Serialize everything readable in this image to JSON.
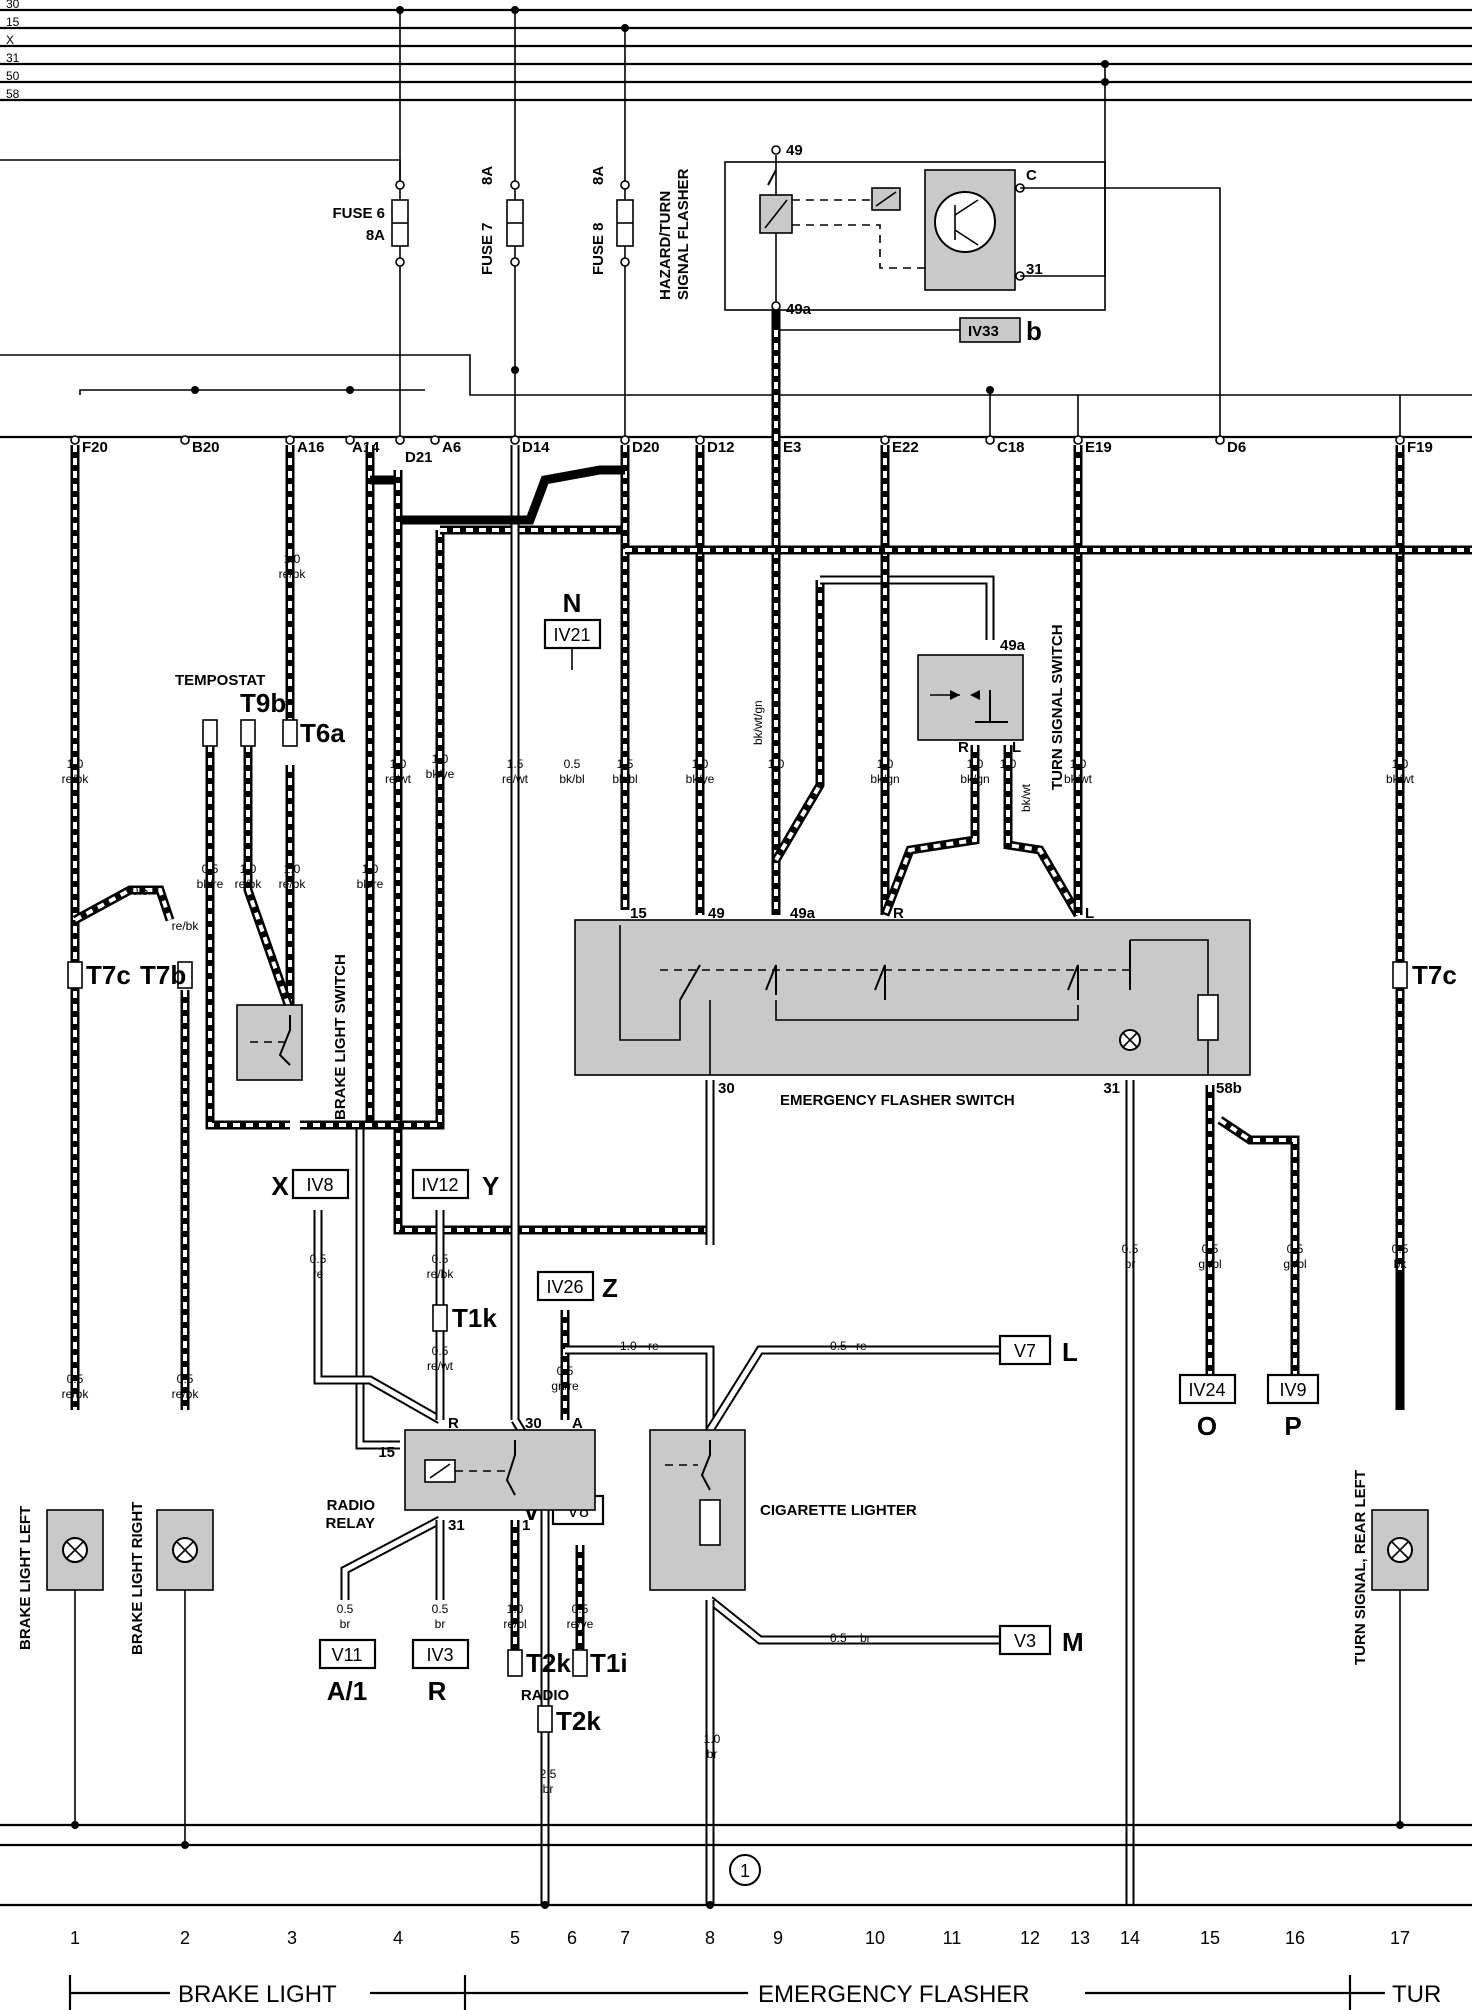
{
  "bus_labels": [
    "30",
    "15",
    "X",
    "31",
    "50",
    "58"
  ],
  "fuses": [
    {
      "name": "FUSE 6",
      "rating": "8A"
    },
    {
      "name": "FUSE 7",
      "rating": "8A"
    },
    {
      "name": "FUSE 8",
      "rating": "8A"
    }
  ],
  "flasher": {
    "title1": "HAZARD/TURN",
    "title2": "SIGNAL FLASHER",
    "t49": "49",
    "t49a": "49a",
    "tc": "C",
    "t31": "31",
    "ref_box": "IV33",
    "ref_letter": "b"
  },
  "connectors": [
    "F20",
    "B20",
    "A16",
    "A14",
    "D21",
    "A6",
    "D14",
    "D20",
    "D12",
    "E3",
    "E22",
    "C18",
    "E19",
    "D6",
    "F19"
  ],
  "wire_specs": [
    {
      "size": "1.0",
      "color": "re/bk"
    },
    {
      "size": "1.0",
      "color": "re/bk"
    },
    {
      "size": "1.0",
      "color": "re/bk"
    },
    {
      "size": "1.0",
      "color": "re/wt"
    },
    {
      "size": "1.0",
      "color": "bk/ye"
    },
    {
      "size": "1.5",
      "color": "re/wt"
    },
    {
      "size": "0.5",
      "color": "bk/bl"
    },
    {
      "size": "1.5",
      "color": "bk/bl"
    },
    {
      "size": "1.0",
      "color": "bk/ye"
    },
    {
      "size": "1.0",
      "color": "bk/wt/gn"
    },
    {
      "size": "1.0",
      "color": "bk/gn"
    },
    {
      "size": "1.0",
      "color": "bk/gn"
    },
    {
      "size": "1.0",
      "color": "bk/wt"
    },
    {
      "size": "1.0",
      "color": "bk/wt"
    },
    {
      "size": "1.0",
      "color": "bk/wt"
    },
    {
      "size": "1.0",
      "color": "bk/re"
    },
    {
      "size": "0.5",
      "color": "bk/re"
    },
    {
      "size": "1.0",
      "color": "re/bk"
    },
    {
      "size": "0.5",
      "color": "re/bk"
    },
    {
      "size": "0.5",
      "color": "re/bk"
    },
    {
      "size": "0.5",
      "color": "re/bk"
    },
    {
      "size": "0.5",
      "color": "re"
    },
    {
      "size": "0.5",
      "color": "re/bk"
    },
    {
      "size": "0.5",
      "color": "re/wt"
    },
    {
      "size": "0.5",
      "color": "gn/re"
    },
    {
      "size": "1.0",
      "color": "re"
    },
    {
      "size": "0.5",
      "color": "re"
    },
    {
      "size": "0.5",
      "color": "br"
    },
    {
      "size": "0.5",
      "color": "br"
    },
    {
      "size": "1.0",
      "color": "re/bl"
    },
    {
      "size": "0.5",
      "color": "re/ye"
    },
    {
      "size": "2.5",
      "color": "br"
    },
    {
      "size": "1.0",
      "color": "br"
    },
    {
      "size": "0.5",
      "color": "br"
    },
    {
      "size": "0.5",
      "color": "br"
    },
    {
      "size": "0.5",
      "color": "gr/bl"
    },
    {
      "size": "0.5",
      "color": "gr/bl"
    },
    {
      "size": "0.5",
      "color": "bk"
    }
  ],
  "ref_boxes": [
    {
      "box": "IV21",
      "letter": "N"
    },
    {
      "box": "IV8",
      "letter": "X"
    },
    {
      "box": "IV12",
      "letter": "Y"
    },
    {
      "box": "IV26",
      "letter": "Z"
    },
    {
      "box": "V7",
      "letter": "L"
    },
    {
      "box": "V8",
      "letter": "V"
    },
    {
      "box": "V3",
      "letter": "M"
    },
    {
      "box": "V11",
      "letter": "A/1"
    },
    {
      "box": "IV3",
      "letter": "R"
    },
    {
      "box": "IV24",
      "letter": "O"
    },
    {
      "box": "IV9",
      "letter": "P"
    }
  ],
  "terminals": {
    "tempostat": "TEMPOSTAT",
    "t9b": "T9b",
    "t6a": "T6a",
    "t7c_left": "T7c",
    "t7b": "T7b",
    "t7c_right": "T7c",
    "t1k": "T1k",
    "t2k_a": "T2k",
    "t1i": "T1i",
    "t2k_b": "T2k"
  },
  "components": {
    "turn_signal_switch": "TURN SIGNAL SWITCH",
    "tss_49a": "49a",
    "tss_r": "R",
    "tss_l": "L",
    "emergency_flasher_switch": "EMERGENCY FLASHER SWITCH",
    "efs_15": "15",
    "efs_49": "49",
    "efs_49a": "49a",
    "efs_r": "R",
    "efs_l": "L",
    "efs_30": "30",
    "efs_31": "31",
    "efs_58b": "58b",
    "brake_light_switch": "BRAKE LIGHT SWITCH",
    "radio_relay_1": "RADIO",
    "radio_relay_2": "RELAY",
    "rr_15": "15",
    "rr_r": "R",
    "rr_30": "30",
    "rr_a": "A",
    "rr_31": "31",
    "rr_1": "1",
    "cigarette_lighter": "CIGARETTE LIGHTER",
    "radio": "RADIO",
    "brake_light_left": "BRAKE LIGHT LEFT",
    "brake_light_right": "BRAKE LIGHT RIGHT",
    "turn_signal_rear_left": "TURN SIGNAL, REAR LEFT",
    "ground_ref": "1"
  },
  "column_numbers": [
    "1",
    "2",
    "3",
    "4",
    "5",
    "6",
    "7",
    "8",
    "9",
    "10",
    "11",
    "12",
    "13",
    "14",
    "15",
    "16",
    "17"
  ],
  "sections": [
    "BRAKE LIGHT",
    "EMERGENCY FLASHER",
    "TUR"
  ]
}
